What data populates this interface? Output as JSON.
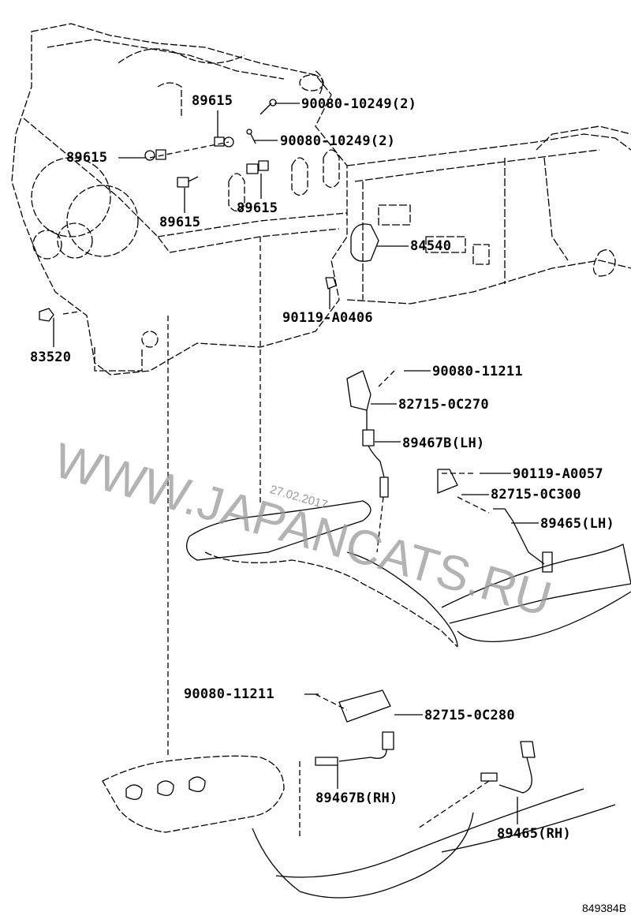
{
  "diagram": {
    "title_code": "849384B",
    "watermark": "WWW.JAPANCATS.RU",
    "watermark_date": "27.02.2017",
    "colors": {
      "line": "#000000",
      "watermark": "#9a9a9a",
      "background": "#ffffff"
    },
    "callouts": [
      {
        "part": "89615"
      },
      {
        "part": "90080-10249(2)"
      },
      {
        "part": "90080-10249(2)"
      },
      {
        "part": "89615"
      },
      {
        "part": "89615"
      },
      {
        "part": "89615"
      },
      {
        "part": "84540"
      },
      {
        "part": "90119-A0406"
      },
      {
        "part": "83520"
      },
      {
        "part": "90080-11211"
      },
      {
        "part": "82715-0C270"
      },
      {
        "part": "89467B(LH)"
      },
      {
        "part": "90119-A0057"
      },
      {
        "part": "82715-0C300"
      },
      {
        "part": "89465(LH)"
      },
      {
        "part": "90080-11211"
      },
      {
        "part": "82715-0C280"
      },
      {
        "part": "89467B(RH)"
      },
      {
        "part": "89465(RH)"
      }
    ]
  }
}
